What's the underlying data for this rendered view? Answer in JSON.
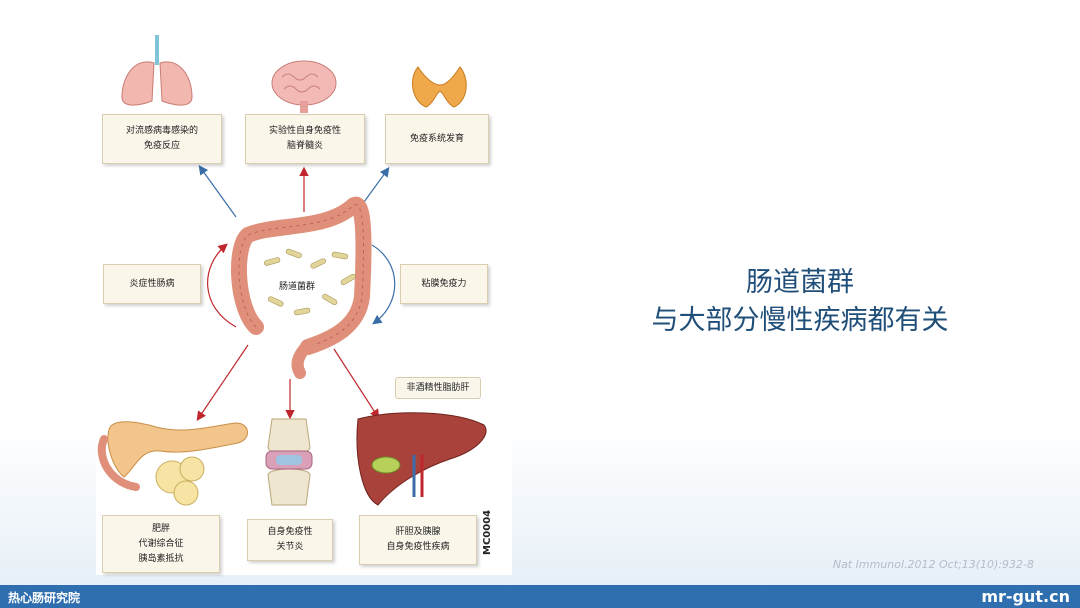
{
  "title": {
    "line1": "肠道菌群",
    "line2": "与大部分慢性疾病都有关"
  },
  "diagram": {
    "center_label": "肠道菌群",
    "top_boxes": [
      {
        "line1": "对流感病毒感染的",
        "line2": "免疫反应"
      },
      {
        "line1": "实验性自身免疫性",
        "line2": "脑脊髓炎"
      },
      {
        "line1": "免疫系统发育",
        "line2": ""
      }
    ],
    "side_boxes": {
      "left": "炎症性肠病",
      "right": "粘膜免疫力"
    },
    "nafld_label": "非酒精性脂肪肝",
    "bottom_boxes": [
      {
        "line1": "肥胖",
        "line2": "代谢综合征",
        "line3": "胰岛素抵抗"
      },
      {
        "line1": "自身免疫性",
        "line2": "关节炎"
      },
      {
        "line1": "肝胆及胰腺",
        "line2": "自身免疫性疾病"
      }
    ],
    "figure_code": "MC0004",
    "arrow_colors": {
      "red": "#c0272d",
      "blue": "#3a6ea8"
    }
  },
  "citation": "Nat Immunol.2012 Oct;13(10):932-8",
  "footer": {
    "left": "热心肠研究院",
    "right": "mr-gut.cn",
    "bar_color": "#2f6fb0"
  }
}
